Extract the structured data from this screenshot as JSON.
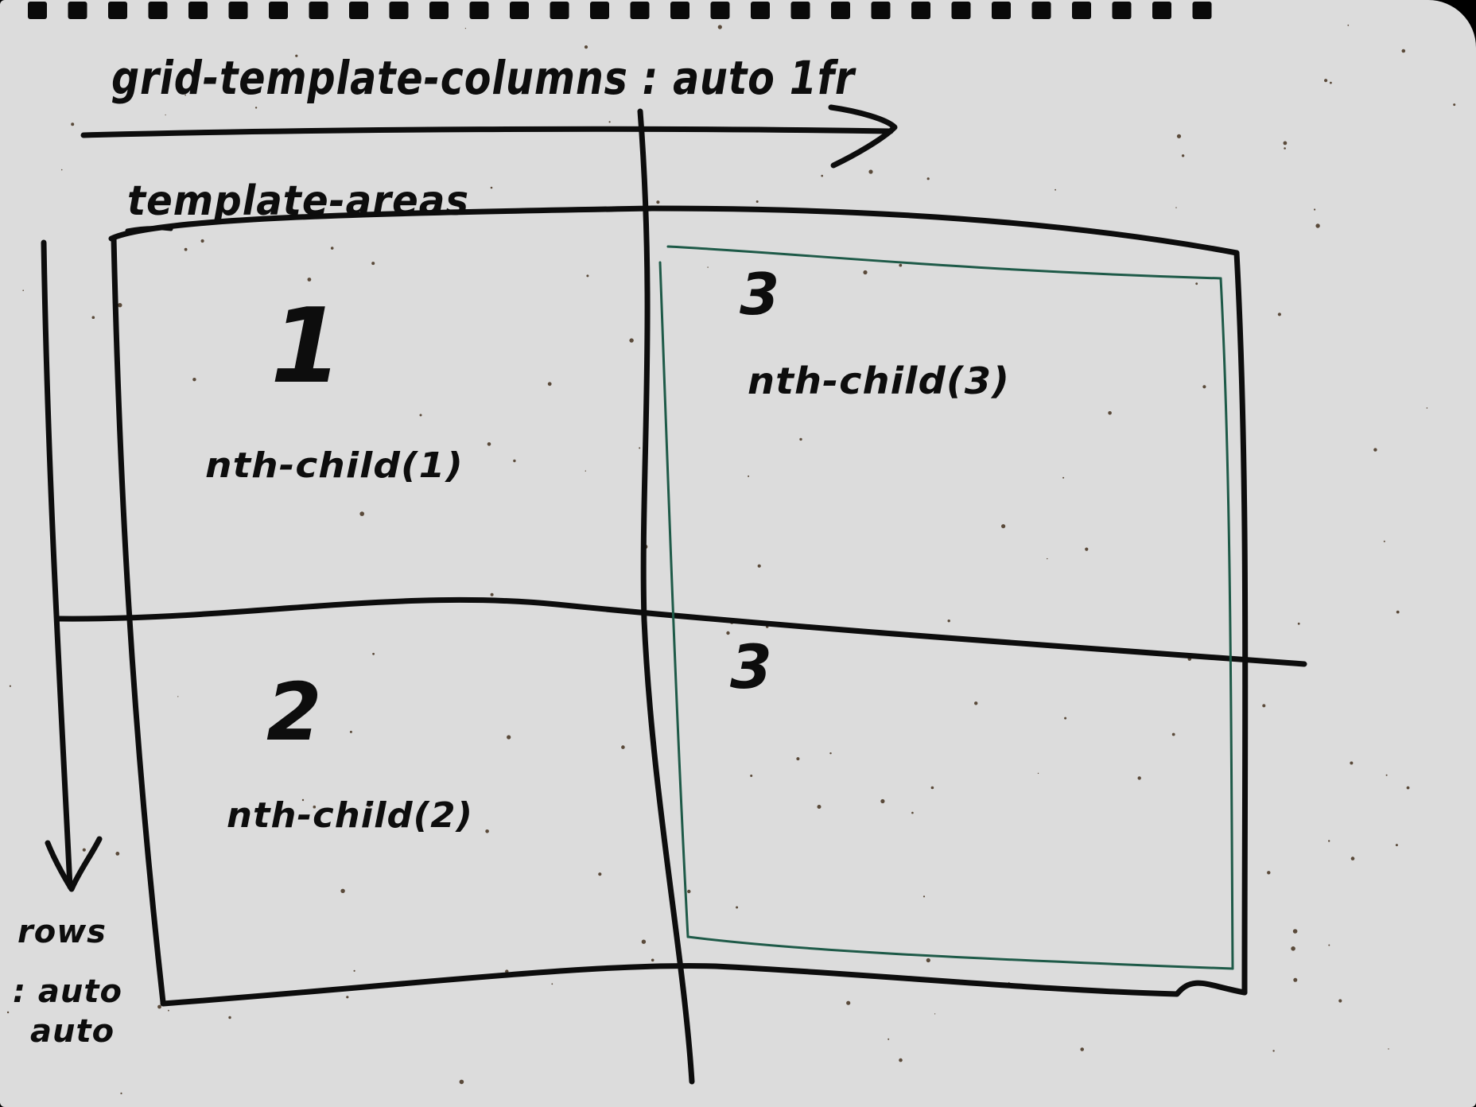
{
  "header": {
    "columns_label": "grid-template-columns : auto 1fr",
    "areas_label": "template-areas"
  },
  "rows_label": {
    "line1": "rows",
    "line2": ": auto",
    "line3": "auto"
  },
  "cells": [
    {
      "number": "1",
      "selector": "nth-child(1)"
    },
    {
      "number": "2",
      "selector": "nth-child(2)"
    },
    {
      "number": "3",
      "selector": "nth-child(3)"
    },
    {
      "number": "3"
    }
  ],
  "colors": {
    "paper": "#dcdcdc",
    "ink": "#0d0d0d",
    "highlight": "#1e5a48",
    "background": "#000000"
  }
}
